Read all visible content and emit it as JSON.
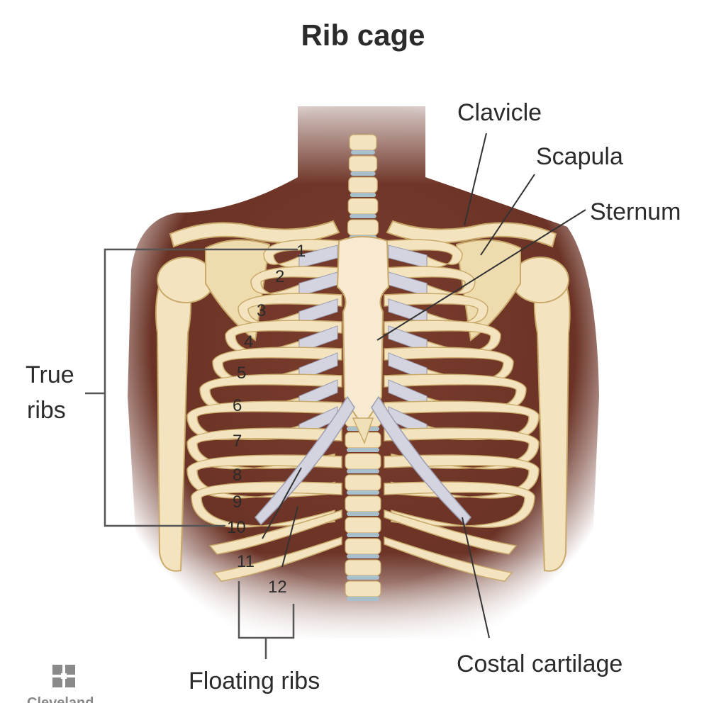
{
  "title": "Rib cage",
  "labels": {
    "clavicle": "Clavicle",
    "scapula": "Scapula",
    "sternum": "Sternum",
    "true_ribs_line1": "True",
    "true_ribs_line2": "ribs",
    "floating_ribs": "Floating ribs",
    "costal_cartilage": "Costal cartilage"
  },
  "rib_numbers": [
    "1",
    "2",
    "3",
    "4",
    "5",
    "6",
    "7",
    "8",
    "9",
    "10",
    "11",
    "12"
  ],
  "brand": "Cleveland",
  "colors": {
    "skin": "#6b3326",
    "bone": "#f3e4bf",
    "bone_edge": "#c9a96a",
    "cartilage": "#d4d4e0",
    "disc": "#a9c0cc",
    "text": "#2b2b2b"
  }
}
